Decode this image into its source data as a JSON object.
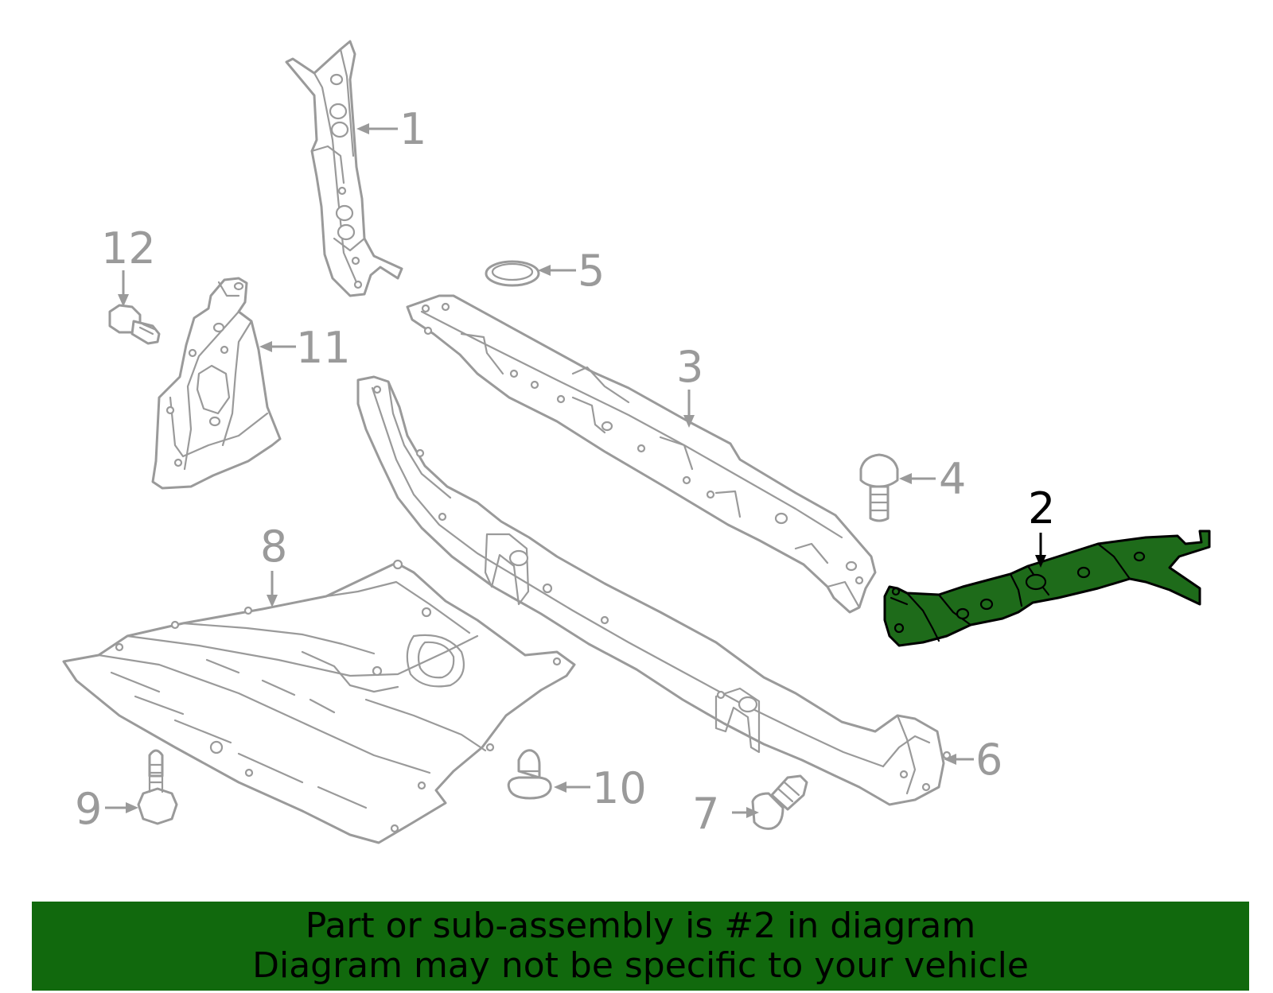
{
  "diagram": {
    "callouts": {
      "c1": "1",
      "c2": "2",
      "c3": "3",
      "c4": "4",
      "c5": "5",
      "c6": "6",
      "c7": "7",
      "c8": "8",
      "c9": "9",
      "c10": "10",
      "c11": "11",
      "c12": "12"
    },
    "highlighted_part": "2",
    "colors": {
      "line_art": "#9a9a9a",
      "highlight_fill": "#1e6b1a",
      "banner_background": "#11690d"
    }
  },
  "banner": {
    "line1": "Part or sub-assembly is #2 in diagram",
    "line2": "Diagram may not be specific to your vehicle"
  }
}
